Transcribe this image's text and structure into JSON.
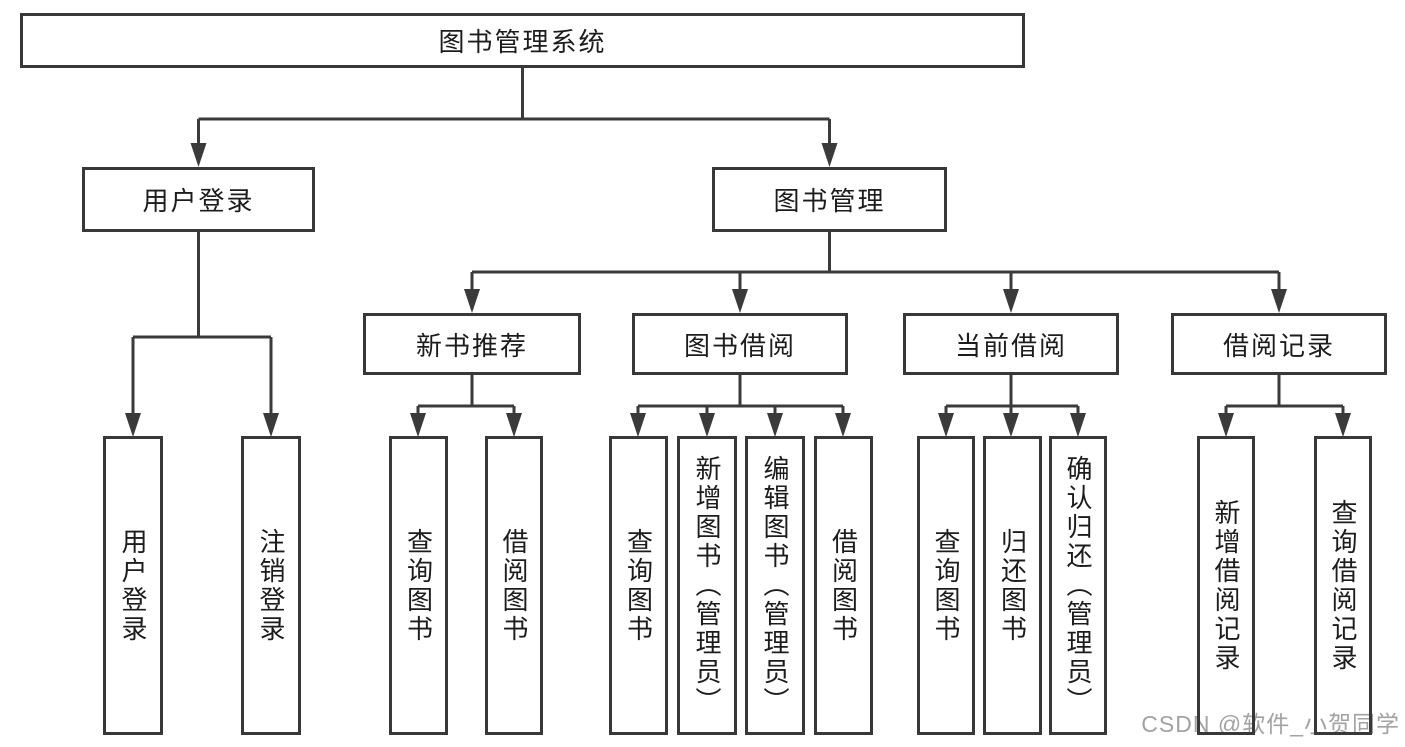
{
  "colors": {
    "line": "#3a3a3a",
    "box_border": "#383838",
    "text": "#1c1c1c",
    "watermark": "#a2a2a2",
    "background": "#ffffff"
  },
  "diagram": {
    "root": {
      "label": "图书管理系统"
    },
    "branches": [
      {
        "label": "用户登录",
        "children": [
          {
            "label": "用户登录"
          },
          {
            "label": "注销登录"
          }
        ]
      },
      {
        "label": "图书管理",
        "children": [
          {
            "label": "新书推荐",
            "children": [
              {
                "label": "查询图书"
              },
              {
                "label": "借阅图书"
              }
            ]
          },
          {
            "label": "图书借阅",
            "children": [
              {
                "label": "查询图书"
              },
              {
                "label": "新增图书（管理员）"
              },
              {
                "label": "编辑图书（管理员）"
              },
              {
                "label": "借阅图书"
              }
            ]
          },
          {
            "label": "当前借阅",
            "children": [
              {
                "label": "查询图书"
              },
              {
                "label": "归还图书"
              },
              {
                "label": "确认归还（管理员）"
              }
            ]
          },
          {
            "label": "借阅记录",
            "children": [
              {
                "label": "新增借阅记录"
              },
              {
                "label": "查询借阅记录"
              }
            ]
          }
        ]
      }
    ]
  },
  "watermark": {
    "text": "CSDN @软件_小贺同学"
  }
}
